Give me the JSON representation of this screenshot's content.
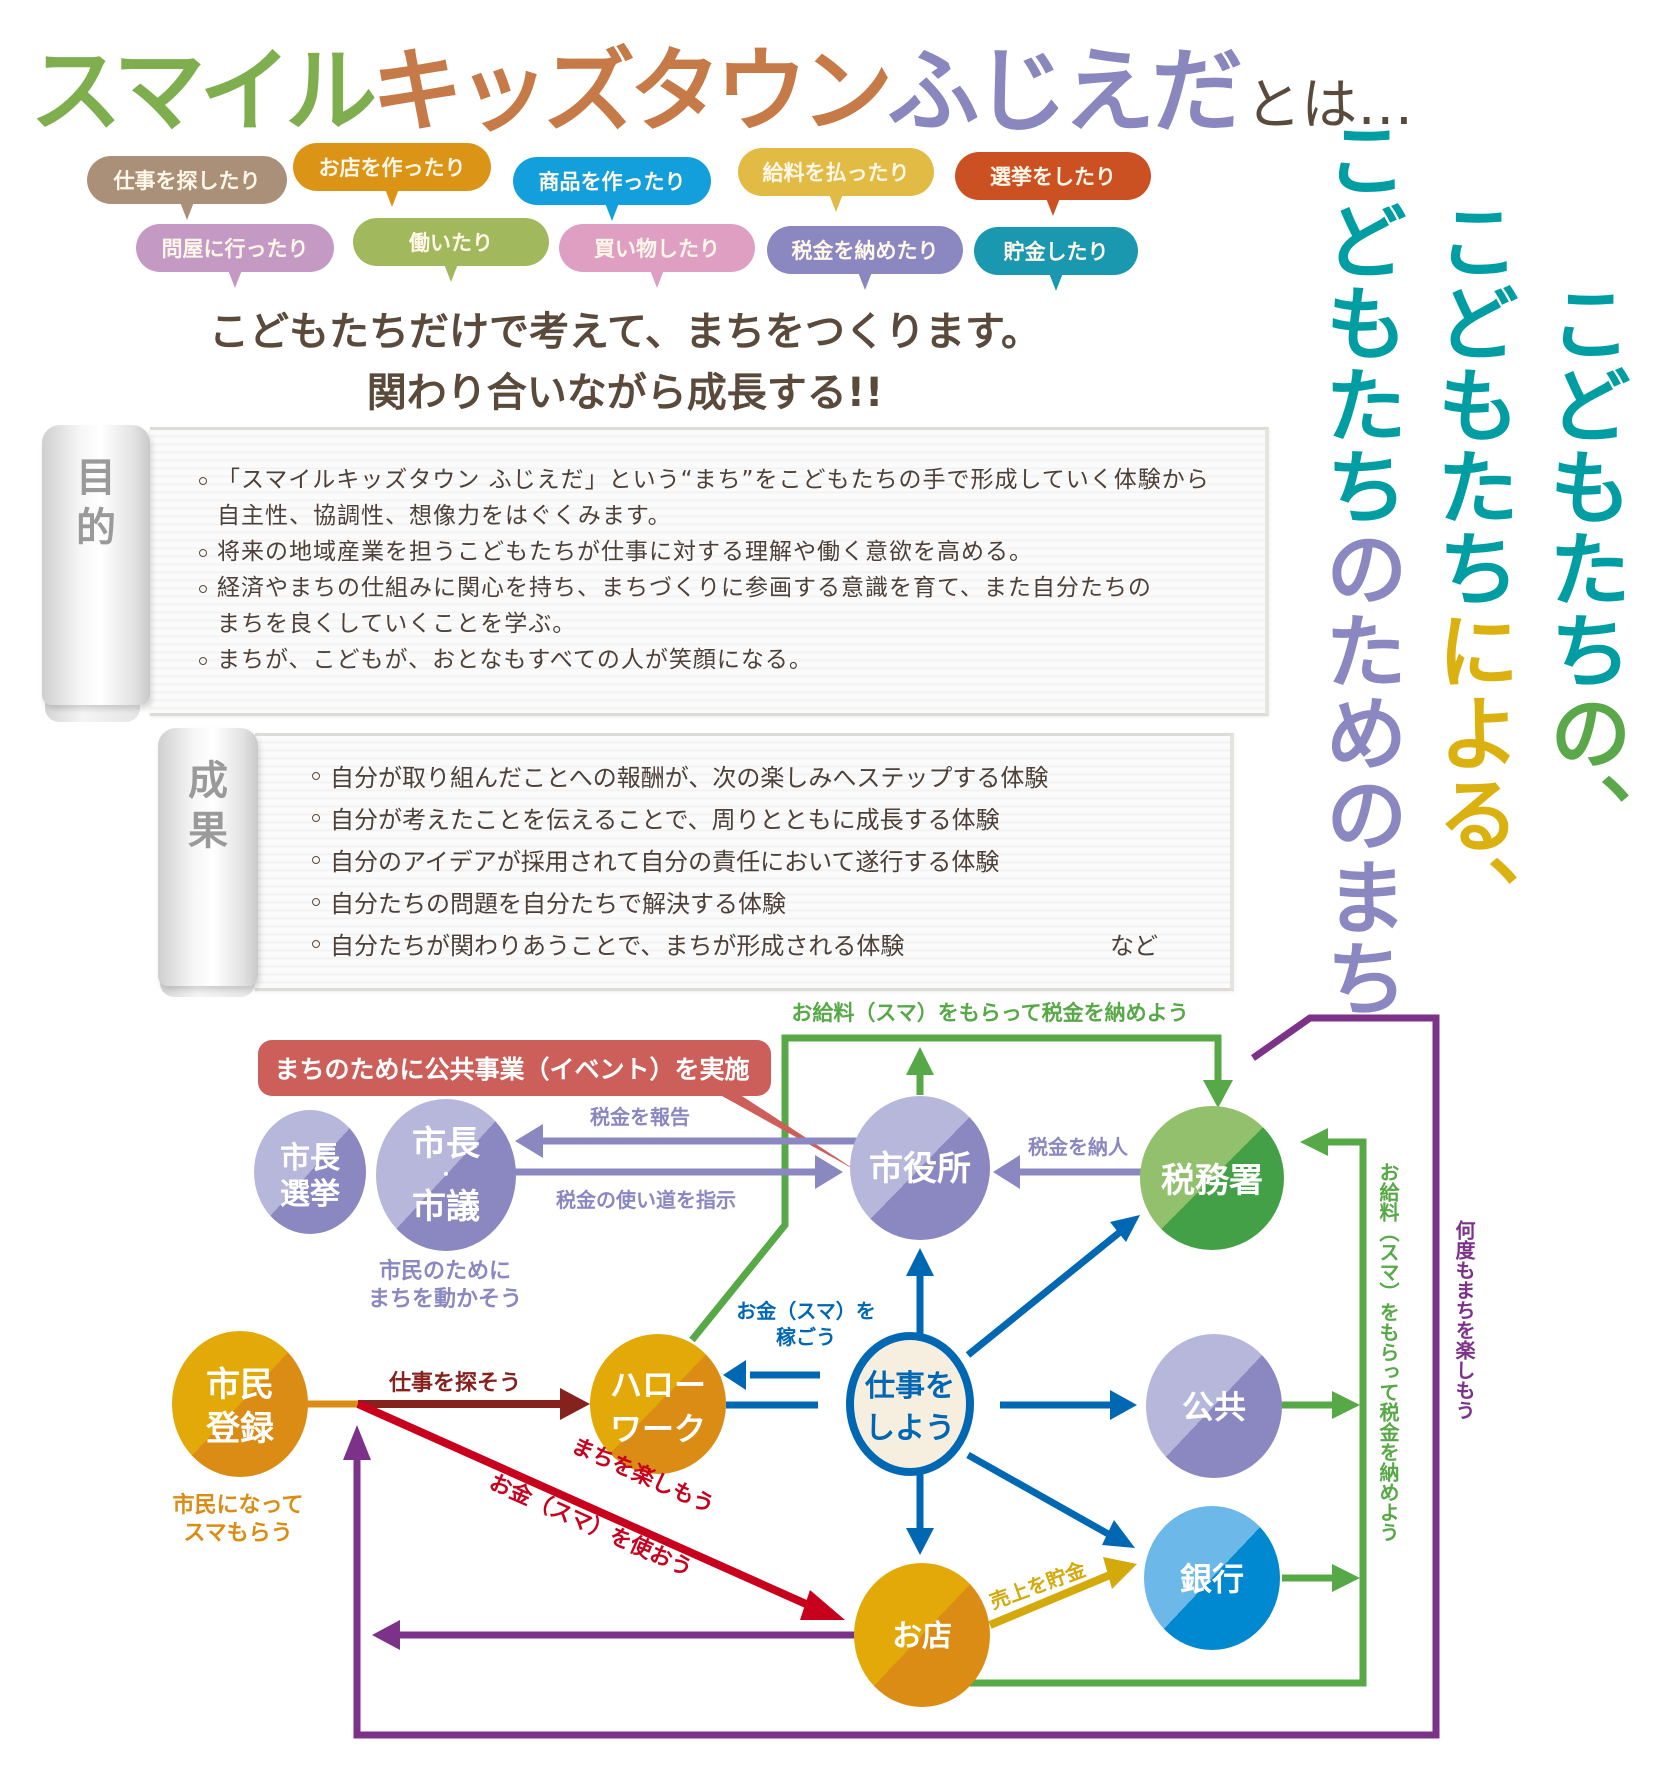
{
  "title": {
    "part_smile": "スマイル",
    "part_kids_town": "キッズタウン",
    "part_fujieda": "ふじえだ",
    "part_towa": "とは…"
  },
  "bubbles": [
    {
      "label": "仕事を探したり",
      "color": "#ab9079"
    },
    {
      "label": "お店を作ったり",
      "color": "#dc9417"
    },
    {
      "label": "商品を作ったり",
      "color": "#129fdb"
    },
    {
      "label": "給料を払ったり",
      "color": "#e2bb45"
    },
    {
      "label": "選挙をしたり",
      "color": "#cb5123"
    },
    {
      "label": "問屋に行ったり",
      "color": "#c499c3"
    },
    {
      "label": "働いたり",
      "color": "#a1b85c"
    },
    {
      "label": "買い物したり",
      "color": "#df9fc3"
    },
    {
      "label": "税金を納めたり",
      "color": "#8b87c0"
    },
    {
      "label": "貯金したり",
      "color": "#1a98b0"
    }
  ],
  "headline": {
    "line1": "こどもたちだけで考えて、まちをつくります。",
    "line2": "関わり合いながら成長する!!"
  },
  "purpose": {
    "label_1": "目",
    "label_2": "的",
    "items": [
      {
        "line1": "「スマイルキッズタウン ふじえだ」という“まち”をこどもたちの手で形成していく体験から",
        "line2": "自主性、協調性、想像力をはぐくみます。"
      },
      {
        "line1": "将来の地域産業を担うこどもたちが仕事に対する理解や働く意欲を高める。"
      },
      {
        "line1": "経済やまちの仕組みに関心を持ち、まちづくりに参画する意識を育て、また自分たちの",
        "line2": "まちを良くしていくことを学ぶ。"
      },
      {
        "line1": "まちが、こどもが、おとなもすべての人が笑顔になる。"
      }
    ]
  },
  "results": {
    "label_1": "成",
    "label_2": "果",
    "items": [
      "自分が取り組んだことへの報酬が、次の楽しみへステップする体験",
      "自分が考えたことを伝えることで、周りとともに成長する体験",
      "自分のアイデアが採用されて自分の責任において遂行する体験",
      "自分たちの問題を自分たちで解決する体験",
      "自分たちが関わりあうことで、まちが形成される体験"
    ],
    "etc": "など"
  },
  "slogan": {
    "col1_main": "こどもたち",
    "col1_accent": "の、",
    "col2_main": "こどもたち",
    "col2_accent": "による、",
    "col3_main": "こどもたち",
    "col3_accent": "のためのまち",
    "colors": {
      "teal": "#009ea3",
      "green": "#5aa84a",
      "yellow": "#dab10f",
      "purple": "#8b87c0"
    }
  },
  "diagram": {
    "nodes": {
      "mayor_election": {
        "line1": "市長",
        "line2": "選挙"
      },
      "mayor_council": {
        "line1": "市長",
        "dot": "・",
        "line2": "市議"
      },
      "city_hall": {
        "label": "市役所"
      },
      "tax_office": {
        "label": "税務署"
      },
      "registration": {
        "line1": "市民",
        "line2": "登録"
      },
      "hello_work": {
        "line1": "ハロー",
        "line2": "ワーク"
      },
      "work": {
        "line1": "仕事を",
        "line2": "しよう"
      },
      "public": {
        "label": "公共"
      },
      "bank": {
        "label": "銀行"
      },
      "shop": {
        "label": "お店"
      }
    },
    "callout": "まちのために公共事業（イベント）を実施",
    "labels": {
      "salary_top": "お給料（スマ）をもらって税金を納めよう",
      "report_tax": "税金を報告",
      "direct_tax_use": "税金の使い道を指示",
      "pay_tax": "税金を納人",
      "move_town_1": "市民のために",
      "move_town_2": "まちを動かそう",
      "earn_money_1": "お金（スマ）を",
      "earn_money_2": "稼ごう",
      "find_job": "仕事を探そう",
      "become_citizen_1": "市民になって",
      "become_citizen_2": "スマもらう",
      "enjoy_town": "まちを楽しもう",
      "use_money": "お金（スマ）を使おう",
      "save_sales": "売上を貯金",
      "salary_right": "お給料（スマ）をもらって税金を納めよう",
      "enjoy_again": "何度もまちを楽しもう"
    },
    "colors": {
      "purple_light": "#b7b7dc",
      "purple": "#8b87c0",
      "green_light": "#93c06c",
      "green": "#43a047",
      "green_line": "#57a846",
      "orange_light": "#e3a908",
      "orange": "#db8c15",
      "blue": "#0067b3",
      "blue_light": "#6cb8e8",
      "blue_dark": "#0088d1",
      "red": "#c8001e",
      "maroon": "#85221e",
      "gold": "#d4a90c",
      "violet": "#7c3289",
      "callout": "#cd5f5b",
      "cream": "#f6efdf"
    }
  }
}
